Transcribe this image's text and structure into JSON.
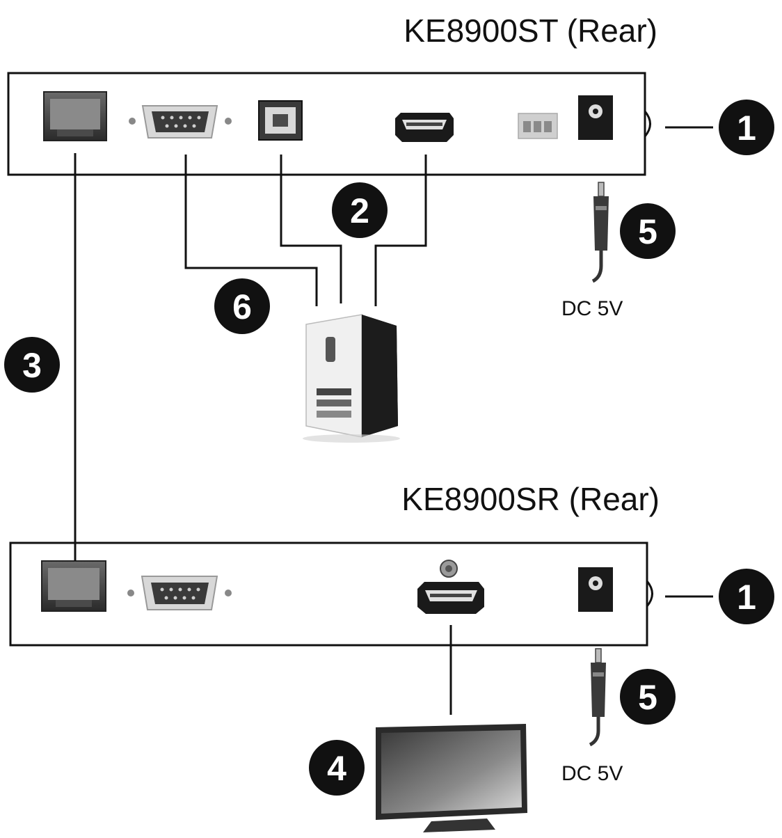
{
  "transmitter": {
    "title": "KE8900ST (Rear)"
  },
  "receiver": {
    "title": "KE8900SR (Rear)"
  },
  "callouts": [
    "1",
    "2",
    "3",
    "4",
    "5",
    "6"
  ],
  "power_label": "DC 5V",
  "icons": {
    "rj45": "rj45-port-icon",
    "serial": "db9-serial-port-icon",
    "usb": "usb-b-port-icon",
    "hdmi": "hdmi-port-icon",
    "terminal": "terminal-block-icon",
    "dc": "dc-jack-icon",
    "plug": "dc-power-plug-icon",
    "computer": "computer-tower-icon",
    "monitor": "monitor-icon"
  },
  "colors": {
    "line": "#111111",
    "callout_fill": "#111111",
    "callout_text": "#ffffff"
  }
}
